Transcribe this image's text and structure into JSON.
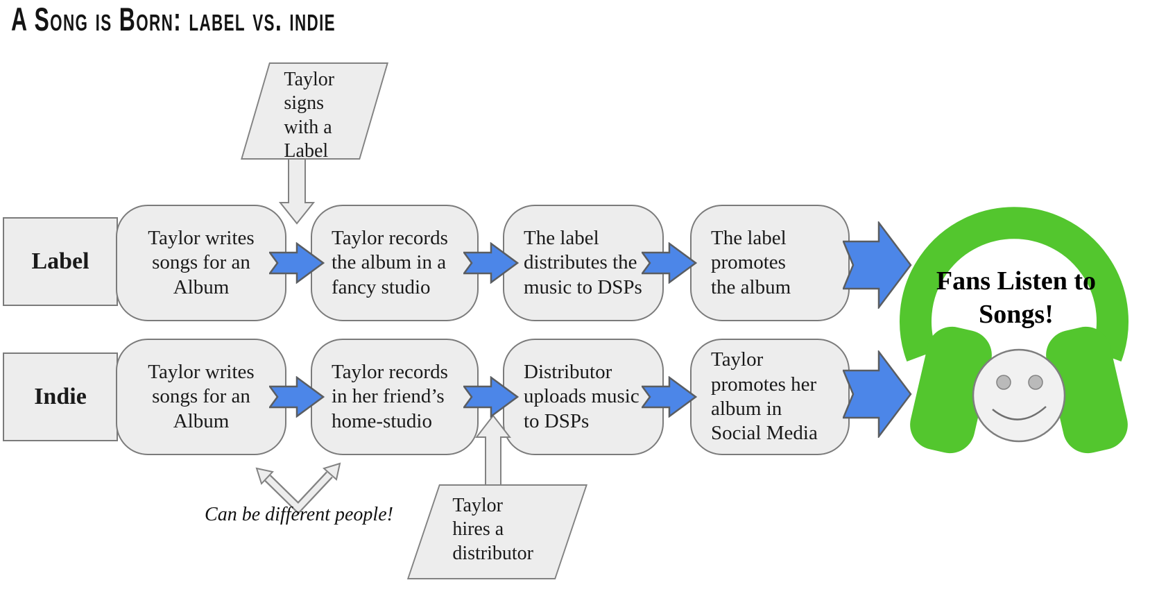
{
  "title": "A Song is Born: label vs. indie",
  "rows": [
    {
      "label": "Label",
      "steps": [
        "Taylor writes\nsongs for an\nAlbum",
        "Taylor records\nthe album in a\nfancy studio",
        "The label\ndistributes the\nmusic to DSPs",
        "The label\npromotes\nthe album"
      ]
    },
    {
      "label": "Indie",
      "steps": [
        "Taylor writes\nsongs for an\nAlbum",
        "Taylor records\nin her friend’s\nhome-studio",
        "Distributor\nuploads music\nto DSPs",
        "Taylor\npromotes her\nalbum in\nSocial Media"
      ]
    }
  ],
  "annotations": {
    "label_note": "Taylor\nsigns\nwith a\nLabel",
    "indie_note": "Taylor\nhires a\ndistributor",
    "people_note": "Can be different people!"
  },
  "outcome": {
    "text": "Fans Listen to\nSongs!"
  },
  "colors": {
    "arrow_blue": "#4c86e8",
    "arrow_blue_border": "#5a5d61",
    "headphones_green": "#53c62e",
    "box_fill": "#ededed",
    "box_border": "#7b7b7b",
    "face_fill": "#f1f1f1",
    "face_border": "#7e7e7e"
  }
}
